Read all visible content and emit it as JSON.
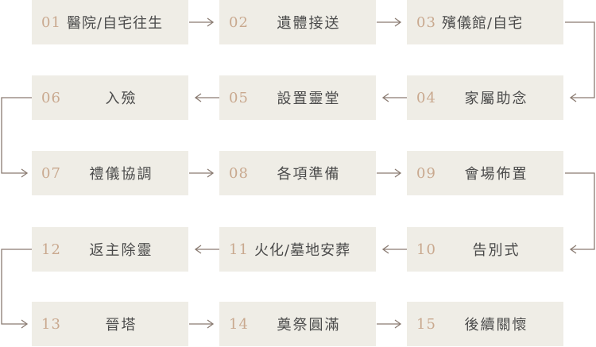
{
  "colors": {
    "box_fill": "#efede6",
    "number": "#c9a98f",
    "label": "#4a4a4a",
    "connector": "#8a7b72"
  },
  "steps": [
    {
      "num": "01",
      "label": "醫院/自宅往生"
    },
    {
      "num": "02",
      "label": "遺體接送"
    },
    {
      "num": "03",
      "label": "殯儀館/自宅"
    },
    {
      "num": "04",
      "label": "家屬助念"
    },
    {
      "num": "05",
      "label": "設置靈堂"
    },
    {
      "num": "06",
      "label": "入殮"
    },
    {
      "num": "07",
      "label": "禮儀協調"
    },
    {
      "num": "08",
      "label": "各項準備"
    },
    {
      "num": "09",
      "label": "會場佈置"
    },
    {
      "num": "10",
      "label": "告別式"
    },
    {
      "num": "11",
      "label": "火化/墓地安葬"
    },
    {
      "num": "12",
      "label": "返主除靈"
    },
    {
      "num": "13",
      "label": "晉塔"
    },
    {
      "num": "14",
      "label": "奠祭圓滿"
    },
    {
      "num": "15",
      "label": "後續關懷"
    }
  ]
}
